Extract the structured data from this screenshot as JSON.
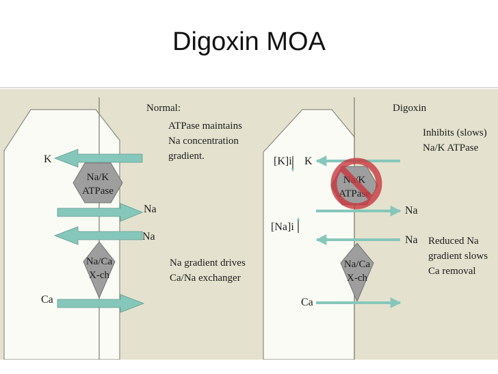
{
  "slide": {
    "title": "Digoxin MOA"
  },
  "normal": {
    "heading": "Normal:",
    "note1": [
      "ATPase maintains",
      "Na concentration",
      "gradient."
    ],
    "pump": [
      "Na/K",
      "ATPase"
    ],
    "exchanger": [
      "Na/Ca",
      "X-ch"
    ],
    "note2": [
      "Na gradient drives",
      "Ca/Na exchanger"
    ],
    "ions": {
      "k": "K",
      "na_out": "Na",
      "na_in": "Na",
      "ca": "Ca"
    }
  },
  "digoxin": {
    "heading": "Digoxin",
    "note1": [
      "Inhibits (slows)",
      "Na/K  ATPase"
    ],
    "pump": [
      "Na/K",
      "ATPase"
    ],
    "exchanger": [
      "Na/Ca",
      "X-ch"
    ],
    "note2": [
      "Reduced Na",
      "gradient slows",
      "Ca removal"
    ],
    "ions": {
      "k": "K",
      "na_out": "Na",
      "na_in": "Na",
      "ca": "Ca"
    },
    "k_level": "[K]i",
    "na_level": "[Na]i"
  },
  "colors": {
    "background": "#e4e2cf",
    "cell": "#fbfbf6",
    "arrow": "#86c7bb",
    "hexagon": "#9e9e9e",
    "inhibit": "#c8353c"
  }
}
